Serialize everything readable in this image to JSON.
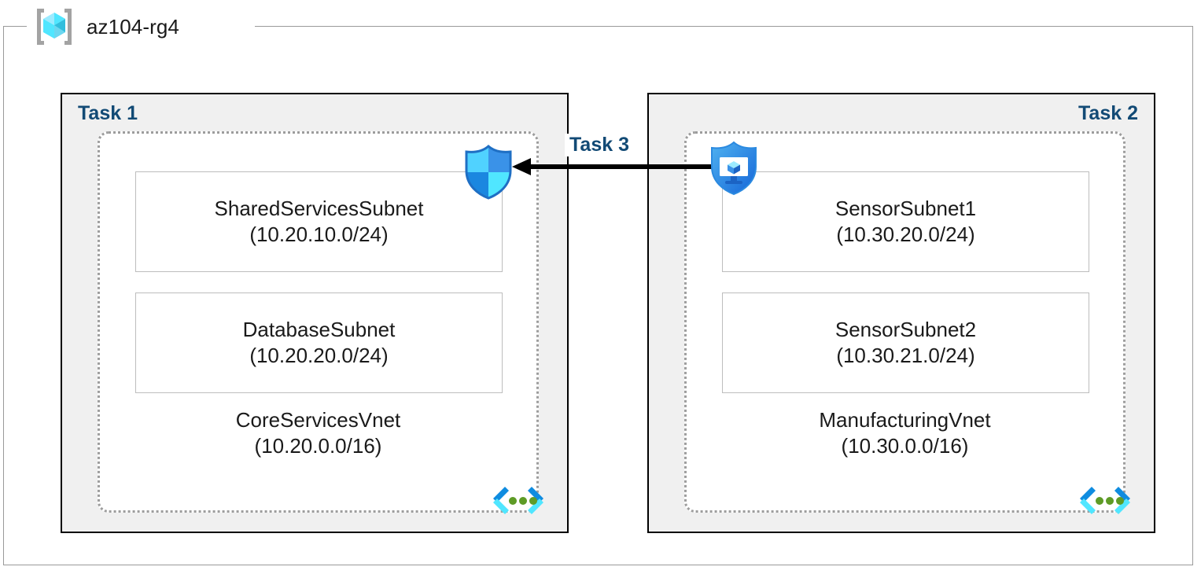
{
  "resource_group": {
    "name": "az104-rg4",
    "icon": "resource-group-cube-icon"
  },
  "tasks": [
    {
      "id": "task1",
      "label": "Task 1",
      "align": "left"
    },
    {
      "id": "task2",
      "label": "Task 2",
      "align": "right"
    },
    {
      "id": "task3",
      "label": "Task 3"
    }
  ],
  "vnets": [
    {
      "name": "CoreServicesVnet",
      "cidr": "(10.20.0.0/16)",
      "icon": "virtual-network-icon",
      "subnets": [
        {
          "name": "SharedServicesSubnet",
          "cidr": "(10.20.10.0/24)"
        },
        {
          "name": "DatabaseSubnet",
          "cidr": "(10.20.20.0/24)"
        }
      ]
    },
    {
      "name": "ManufacturingVnet",
      "cidr": "(10.30.0.0/16)",
      "icon": "virtual-network-icon",
      "subnets": [
        {
          "name": "SensorSubnet1",
          "cidr": "(10.30.20.0/24)"
        },
        {
          "name": "SensorSubnet2",
          "cidr": "(10.30.21.0/24)"
        }
      ]
    }
  ],
  "connection": {
    "label": "Task 3",
    "direction": "right-to-left",
    "source_icon": "security-monitor-shield-icon",
    "target_icon": "peering-shield-icon",
    "color": "#000000"
  },
  "colors": {
    "task_label": "#124a75",
    "panel_fill": "#f0f0f0",
    "panel_border": "#000000",
    "vnet_border": "#9d9d9d",
    "subnet_border": "#bdbdbd",
    "frame_border": "#9a9a9a",
    "text": "#1a1a1a",
    "azure_blue": "#0078d4",
    "cyan": "#50e6ff",
    "green_dot": "#5e9b26"
  }
}
